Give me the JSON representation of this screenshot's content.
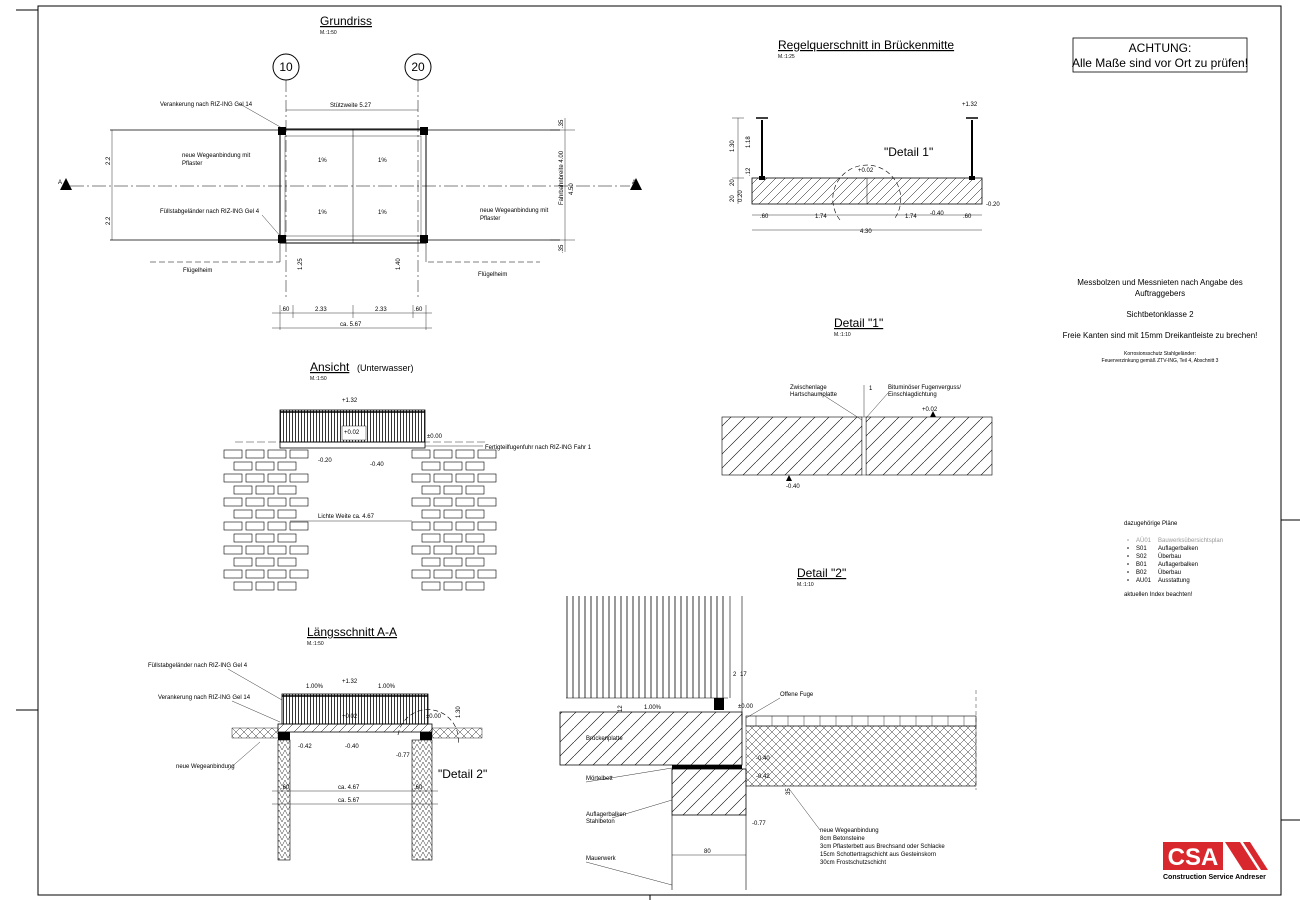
{
  "colors": {
    "logo_red": "#d8282e",
    "line": "#000000",
    "gray_text": "#999999"
  },
  "warning": {
    "line1": "ACHTUNG:",
    "line2": "Alle Maße sind vor Ort zu prüfen!"
  },
  "grundriss": {
    "title": "Grundriss",
    "scale": "M.:1:50",
    "axis_10": "10",
    "axis_20": "20",
    "section_mark": "A",
    "verankerung": "Verankerung nach RIZ-ING Gel 14",
    "stuetzweite": "Stützweite 5.27",
    "wegeanbindung_left": [
      "neue Wegeanbindung mit",
      "Pflaster"
    ],
    "wegeanbindung_right": [
      "neue Wegeanbindung mit",
      "Pflaster"
    ],
    "gelaender": "Füllstabgeländer nach RIZ-ING Gel 4",
    "fluegelheim": "Flügelheim",
    "slope": "1%",
    "fahrbahnbreite": "Fahrbahnbreite 4.00",
    "dim_450": "4.50",
    "dim_35": ".35",
    "dim_22": "2.2",
    "dim_125": "1.25",
    "dim_140": "1.40",
    "bottom_dims": [
      ".60",
      "2.33",
      "2.33",
      ".60"
    ],
    "total": "ca. 5.67"
  },
  "regelquerschnitt": {
    "title": "Regelquerschnitt in Brückenmitte",
    "scale": "M.:1:25",
    "elev_top": "+1.32",
    "elev_mid": "+0.02",
    "elev_r": "-0.20",
    "elev_b": "-0.40",
    "detail_label": "\"Detail 1\"",
    "dims_bottom": [
      ".60",
      "1.74",
      "1.74",
      ".60"
    ],
    "total": "4.30",
    "left_dims": [
      "1.30",
      "1.18",
      ".12",
      "20",
      "20",
      "0.20"
    ]
  },
  "notes": {
    "line1": "Messbolzen und Messnieten nach Angabe des",
    "line2": "Auftraggebers",
    "line3": "Sichtbetonklasse 2",
    "line4": "Freie Kanten sind mit 15mm Dreikantleiste zu brechen!",
    "line5": "Korrosionsschutz Stahlgeländer:",
    "line6": "Feuerverzinkung gemäß ZTV-ING, Teil 4, Abschnitt 3"
  },
  "detail1": {
    "title": "Detail \"1\"",
    "scale": "M.:1:10",
    "zwischenlage": [
      "Zwischenlage",
      "Hartschaumplatte"
    ],
    "fugenverguss": [
      "Bituminöser Fugenverguss/",
      "Einschlagdichtung"
    ],
    "gap": "1",
    "elev_top": "+0.02",
    "elev_bot": "-0.40"
  },
  "plans": {
    "header": "dazugehörige Pläne",
    "items": [
      {
        "code": "AÜ01",
        "name": "Bauwerksübersichtsplan",
        "muted": true
      },
      {
        "code": "S01",
        "name": "Auflagerbalken",
        "muted": false
      },
      {
        "code": "S02",
        "name": "Überbau",
        "muted": false
      },
      {
        "code": "B01",
        "name": "Auflagerbalken",
        "muted": false
      },
      {
        "code": "B02",
        "name": "Überbau",
        "muted": false
      },
      {
        "code": "AU01",
        "name": "Ausstattung",
        "muted": false
      }
    ],
    "footer": "aktuellen Index beachten!"
  },
  "ansicht": {
    "title": "Ansicht",
    "subtitle": "(Unterwasser)",
    "scale": "M.:1:50",
    "elev_top": "+1.32",
    "elev_mid": "+0.02",
    "elev_0": "±0.00",
    "elev_l": "-0.20",
    "elev_r": "-0.40",
    "fertigteil": "Fertigteilfugenfuhr nach RIZ-ING Fahr 1",
    "lichte_weite": "Lichte Weite  ca. 4.67"
  },
  "laengsschnitt": {
    "title": "Längsschnitt A-A",
    "scale": "M.:1:50",
    "gelaender": "Füllstabgeländer nach RIZ-ING Gel 4",
    "verankerung": "Verankerung nach RIZ-ING Gel 14",
    "wegeanbindung": "neue Wegeanbindung",
    "slope": "1.00%",
    "elev_top": "+1.32",
    "elev_mid": "+0.02",
    "elev_0": "±0.00",
    "elev_42": "-0.42",
    "elev_40": "-0.40",
    "elev_77": "-0.77",
    "detail_label": "\"Detail 2\"",
    "dim_130": "1.30",
    "dims": [
      ".60",
      "ca. 4.67",
      ".60"
    ],
    "total": "ca. 5.67"
  },
  "detail2": {
    "title": "Detail \"2\"",
    "scale": "M.:1:10",
    "bruecke": "Brückenplatte",
    "moertel": "Mörtelbett",
    "auflager": [
      "Auflagerbalken",
      "Stahlbeton"
    ],
    "mauerwerk": "Mauerwerk",
    "offene_fuge": "Offene Fuge",
    "slope": "1.00%",
    "elev_0": "±0.00",
    "elev_40": "-0.40",
    "elev_42": "-0.42",
    "elev_77": "-0.77",
    "dim_12": "12",
    "dim_2": "2",
    "dim_17": "17",
    "dim_35": "35",
    "dim_80": "80",
    "wege_header": "neue Wegeanbindung",
    "wege_items": [
      "8cm   Betonsteine",
      "3cm   Pflasterbett aus Brechsand oder Schlacke",
      "15cm  Schottertragschicht aus Gesteinskorn",
      "30cm  Frostschutzschicht"
    ]
  },
  "logo": {
    "text": "CSA",
    "subtitle": "Construction Service Andreser"
  }
}
